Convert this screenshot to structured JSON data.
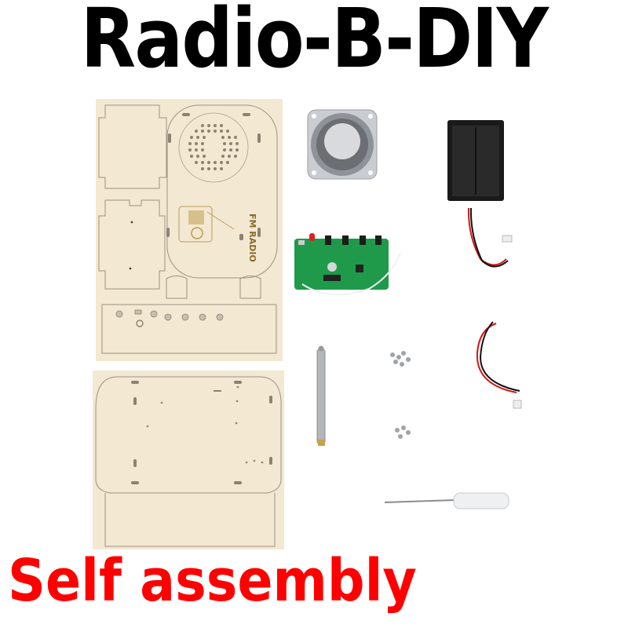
{
  "title": "Radio-B-DIY",
  "subtitle": "Self assembly",
  "colors": {
    "title": "#000000",
    "subtitle": "#ff0000",
    "background": "#ffffff",
    "wood": "#f2e6cf",
    "pcb": "#1e9a4a"
  },
  "panel_labels": {
    "fm_radio": "FM RADIO"
  },
  "kit_items": [
    {
      "name": "Wooden front panel (laser-cut)"
    },
    {
      "name": "Wooden back panel (laser-cut)"
    },
    {
      "name": "Speaker"
    },
    {
      "name": "2xAA battery holder"
    },
    {
      "name": "FM radio PCB"
    },
    {
      "name": "Telescopic antenna"
    },
    {
      "name": "Screws"
    },
    {
      "name": "Wire connector"
    },
    {
      "name": "Screwdriver"
    }
  ]
}
